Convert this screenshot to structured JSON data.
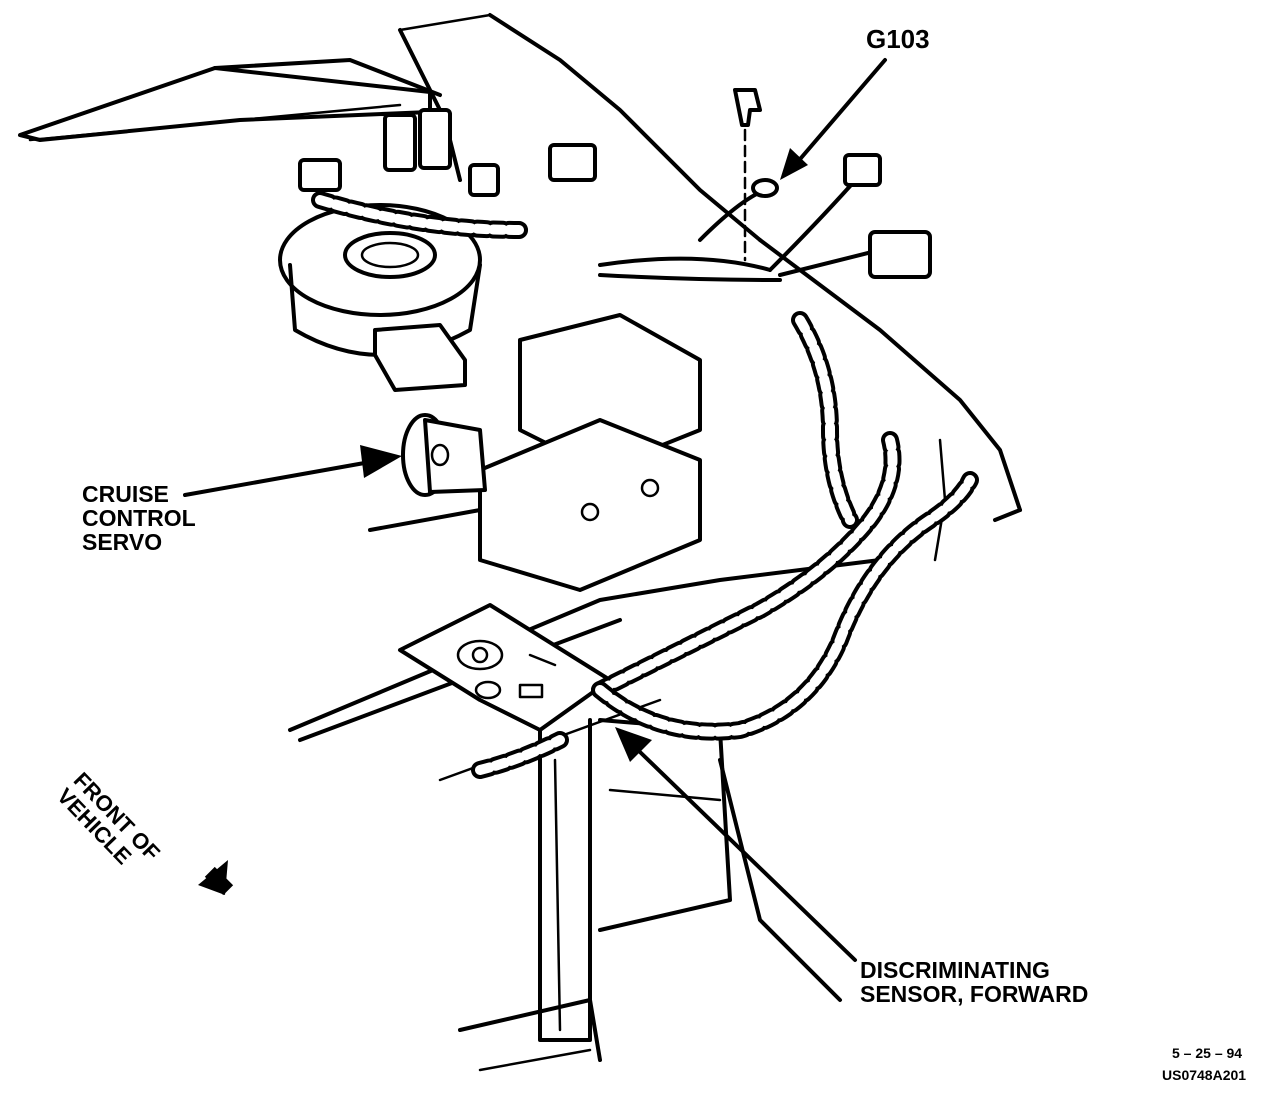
{
  "callouts": {
    "ground_point": "G103",
    "cruise_servo": "CRUISE\nCONTROL\nSERVO",
    "discriminating_sensor": "DISCRIMINATING\nSENSOR, FORWARD",
    "direction": "FRONT OF\nVEHICLE"
  },
  "footer": {
    "date": "5 – 25 – 94",
    "figure_code": "US0748A201"
  },
  "icons": {
    "direction_arrow": "arrow-down-left-icon"
  }
}
